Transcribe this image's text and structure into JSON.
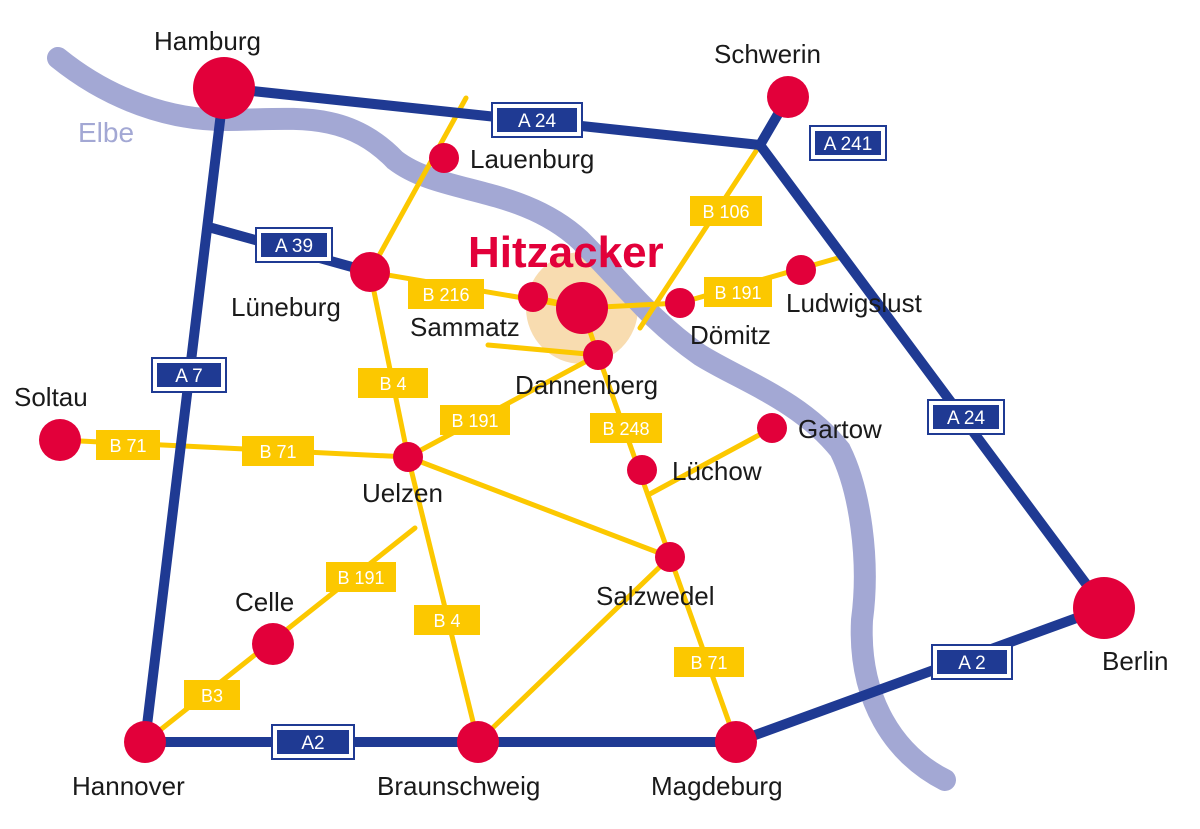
{
  "colors": {
    "river": "#a3a8d4",
    "motorway": "#1f3a93",
    "federal_road": "#fcc800",
    "city": "#e2003a",
    "highlight": "#f8dcb0",
    "label_text": "#1a1a1a"
  },
  "river": {
    "name": "Elbe"
  },
  "focus": {
    "name": "Hitzacker"
  },
  "cities": [
    {
      "id": "hamburg",
      "name": "Hamburg"
    },
    {
      "id": "schwerin",
      "name": "Schwerin"
    },
    {
      "id": "lauenburg",
      "name": "Lauenburg"
    },
    {
      "id": "lueneburg",
      "name": "Lüneburg"
    },
    {
      "id": "sammatz",
      "name": "Sammatz"
    },
    {
      "id": "dannenberg",
      "name": "Dannenberg"
    },
    {
      "id": "doemitz",
      "name": "Dömitz"
    },
    {
      "id": "ludwigslust",
      "name": "Ludwigslust"
    },
    {
      "id": "soltau",
      "name": "Soltau"
    },
    {
      "id": "uelzen",
      "name": "Uelzen"
    },
    {
      "id": "gartow",
      "name": "Gartow"
    },
    {
      "id": "luechow",
      "name": "Lüchow"
    },
    {
      "id": "salzwedel",
      "name": "Salzwedel"
    },
    {
      "id": "celle",
      "name": "Celle"
    },
    {
      "id": "berlin",
      "name": "Berlin"
    },
    {
      "id": "hannover",
      "name": "Hannover"
    },
    {
      "id": "braunschweig",
      "name": "Braunschweig"
    },
    {
      "id": "magdeburg",
      "name": "Magdeburg"
    }
  ],
  "motorway_labels": {
    "a24_north": "A 24",
    "a241": "A 241",
    "a39": "A 39",
    "a7": "A 7",
    "a24_east": "A 24",
    "a2_east": "A 2",
    "a2_west": "A2"
  },
  "federal_road_labels": {
    "b106": "B 106",
    "b216": "B 216",
    "b191_ludwigslust": "B 191",
    "b4_north": "B 4",
    "b191_uelzen": "B 191",
    "b248": "B 248",
    "b71_soltau": "B 71",
    "b71_uelzen": "B 71",
    "b191_celle": "B 191",
    "b4_south": "B 4",
    "b71_salzwedel": "B 71",
    "b3": "B3"
  }
}
